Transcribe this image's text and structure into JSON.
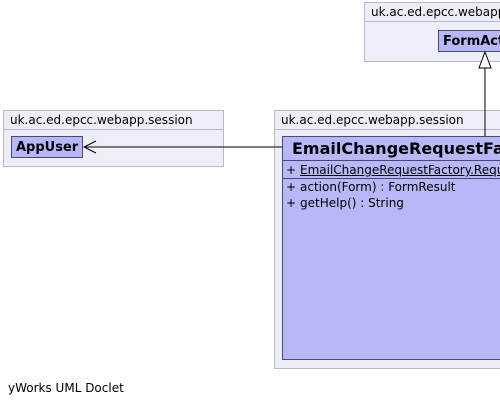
{
  "packages": {
    "top": {
      "name": "uk.ac.ed.epcc.webapp.forms.",
      "class_name": "FormAction"
    },
    "left": {
      "name": "uk.ac.ed.epcc.webapp.session",
      "class_name": "AppUser"
    },
    "main": {
      "name": "uk.ac.ed.epcc.webapp.session",
      "class_name": "EmailChangeRequestFactory",
      "members": [
        {
          "visibility": "+",
          "text": "EmailChangeRequestFactory.RequestAction",
          "static": true
        },
        {
          "visibility": "+",
          "text": "action(Form) : FormResult",
          "static": false
        },
        {
          "visibility": "+",
          "text": "getHelp() : String",
          "static": false
        }
      ]
    }
  },
  "footer": "yWorks UML Doclet",
  "colors": {
    "package_fill": "#eeeef8",
    "package_border": "#b8b8c8",
    "class_fill": "#b8b8f8",
    "class_border": "#4a4a6a"
  }
}
